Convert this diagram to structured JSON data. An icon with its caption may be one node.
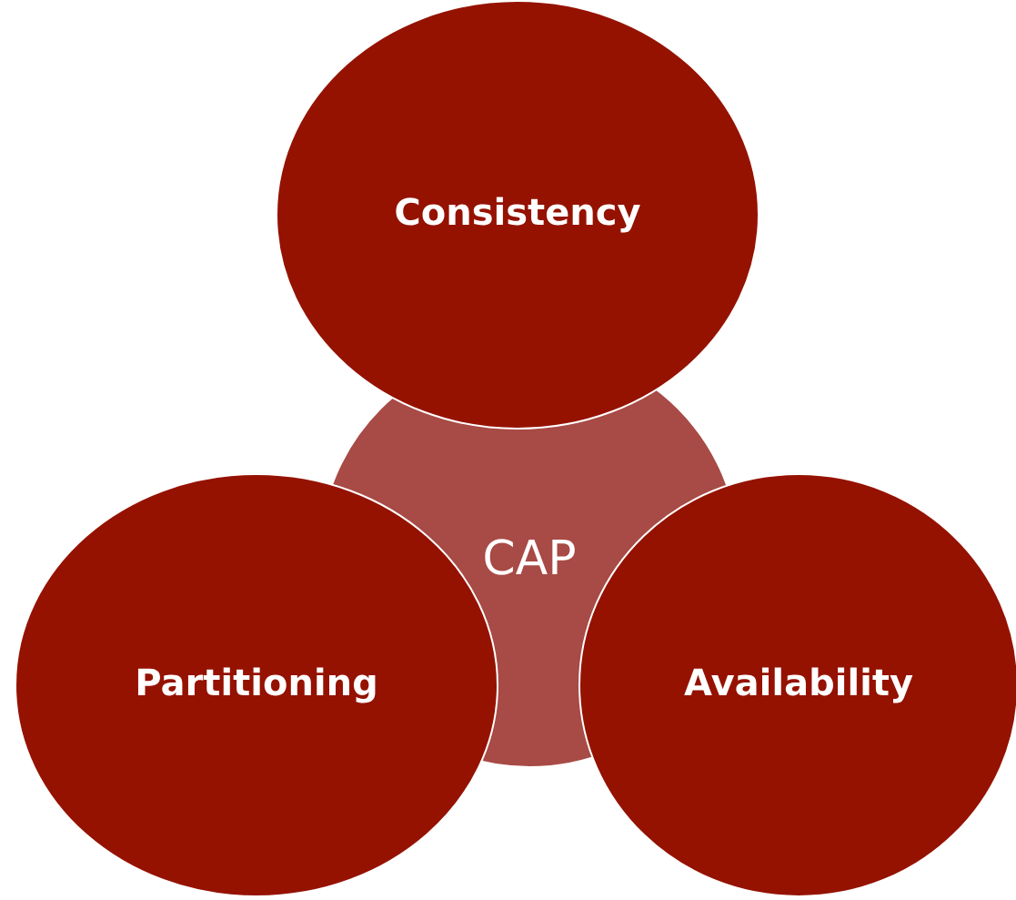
{
  "diagram": {
    "nodes": [
      {
        "text": [
          "Consistency"
        ]
      },
      {
        "text": [
          "CAP"
        ]
      },
      {
        "text": [
          "Partitioning"
        ]
      },
      {
        "text": [
          "Availability"
        ]
      }
    ]
  }
}
